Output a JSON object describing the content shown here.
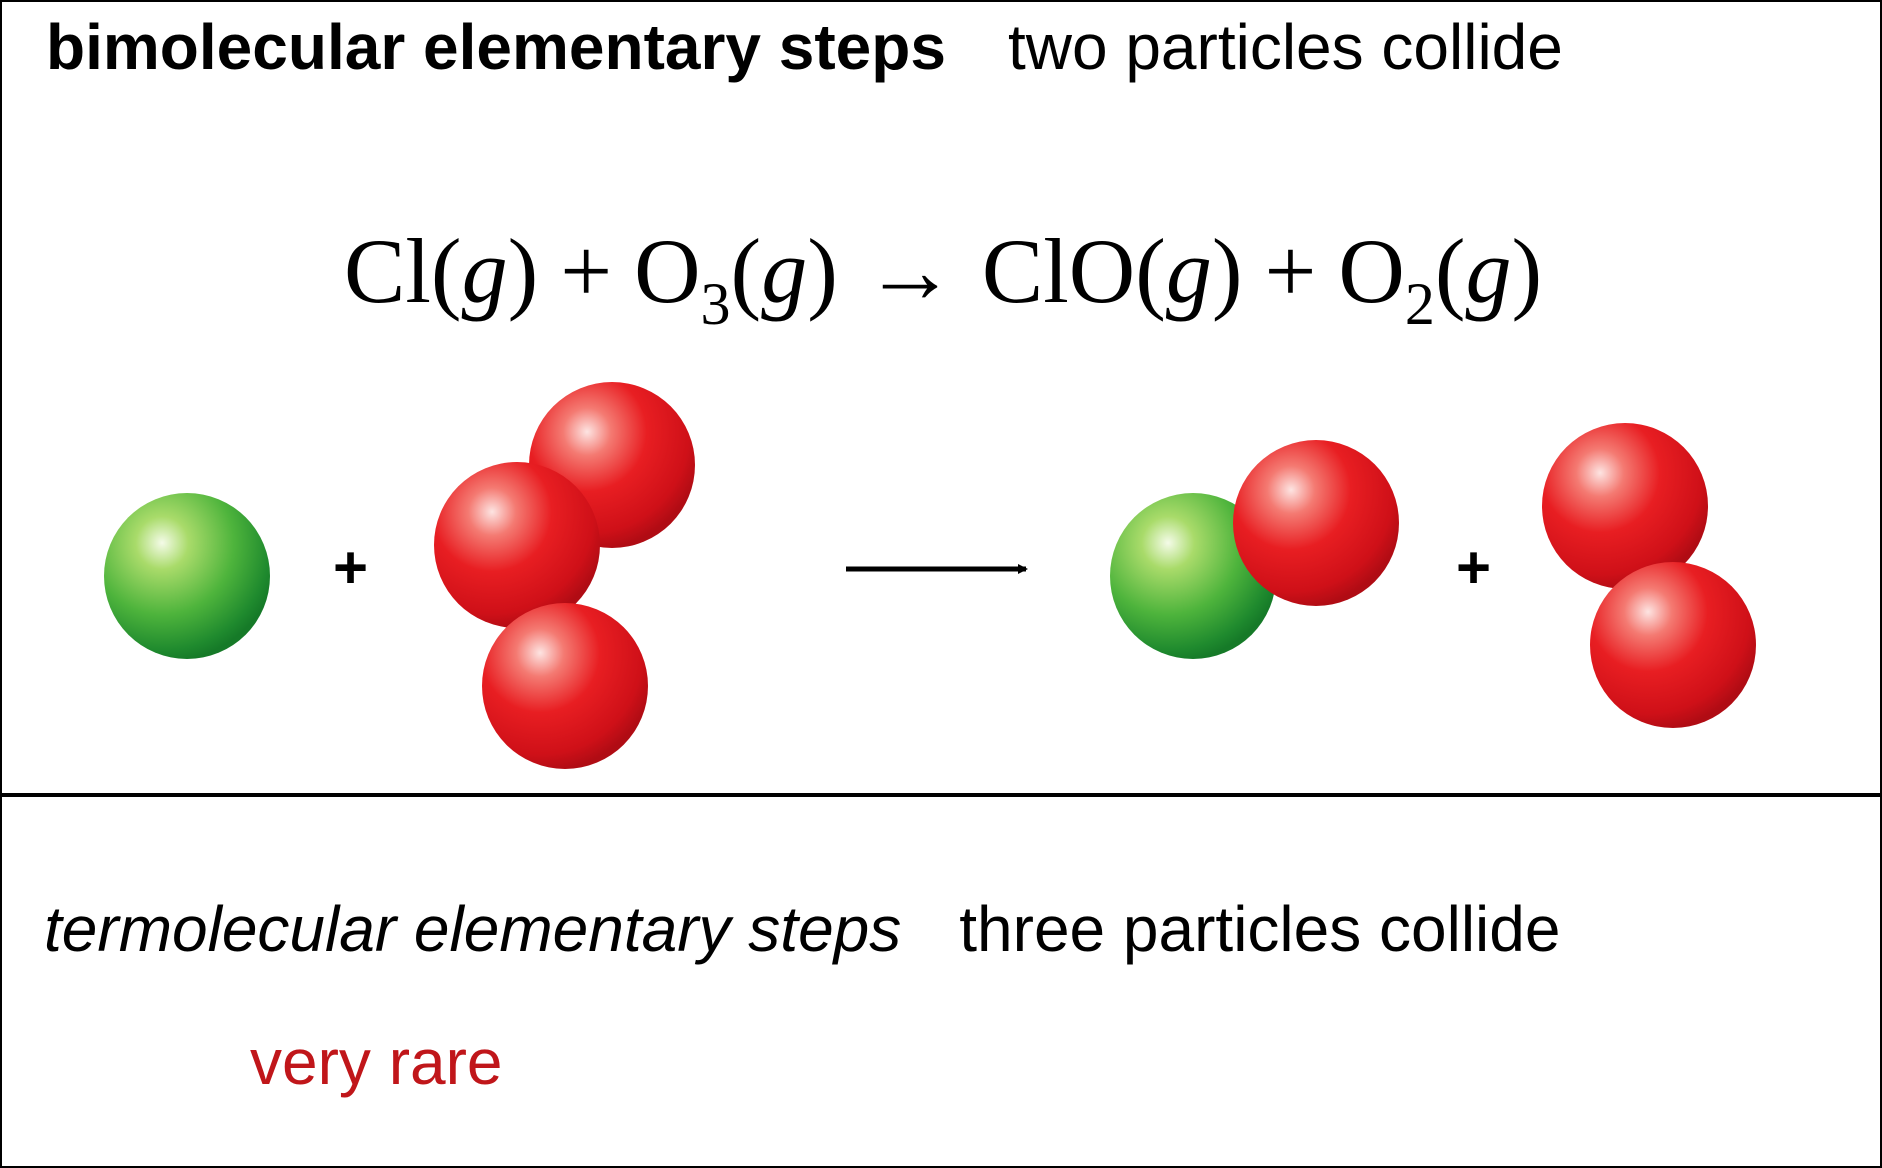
{
  "section1": {
    "title": "bimolecular elementary steps",
    "description": "two particles collide"
  },
  "equation": {
    "r1": "Cl(",
    "r1_state": "g",
    "r1_close": ")",
    "plus1": "+",
    "r2": "O",
    "r2_sub": "3",
    "r2_open": "(",
    "r2_state": "g",
    "r2_close": ")",
    "arrow": "→",
    "p1": "ClO(",
    "p1_state": "g",
    "p1_close": ")",
    "plus2": "+",
    "p2": "O",
    "p2_sub": "2",
    "p2_open": "(",
    "p2_state": "g",
    "p2_close": ")"
  },
  "diagram": {
    "plus_left": "+",
    "plus_right": "+",
    "colors": {
      "chlorine": "#3fae3a",
      "oxygen": "#e0141c"
    }
  },
  "section2": {
    "title": "termolecular elementary steps",
    "description": "three particles collide",
    "note": "very rare",
    "note_color": "#c0161a"
  }
}
